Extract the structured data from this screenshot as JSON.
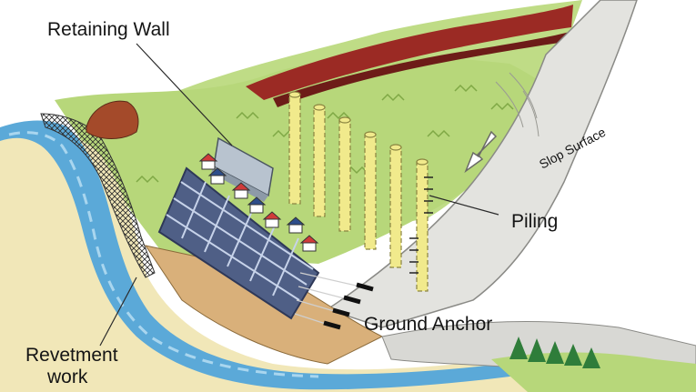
{
  "labels": {
    "retaining_wall": "Retaining Wall",
    "slop_surface": "Slop Surface",
    "piling": "Piling",
    "ground_anchor": "Ground Anchor",
    "revetment_line1": "Revetment",
    "revetment_line2": "work"
  },
  "colors": {
    "grass": "#b7d77a",
    "grass_dark": "#7fa845",
    "slope_rock": "#e3e3df",
    "cliff_red": "#9b2a24",
    "river": "#5ba9d8",
    "river_light": "#a9d6ef",
    "sand": "#f1e7b8",
    "soil": "#d9b07a",
    "pile_yellow": "#f1ea8c",
    "grid_blue": "#4f5f86",
    "trees": "#2f7d3a"
  }
}
